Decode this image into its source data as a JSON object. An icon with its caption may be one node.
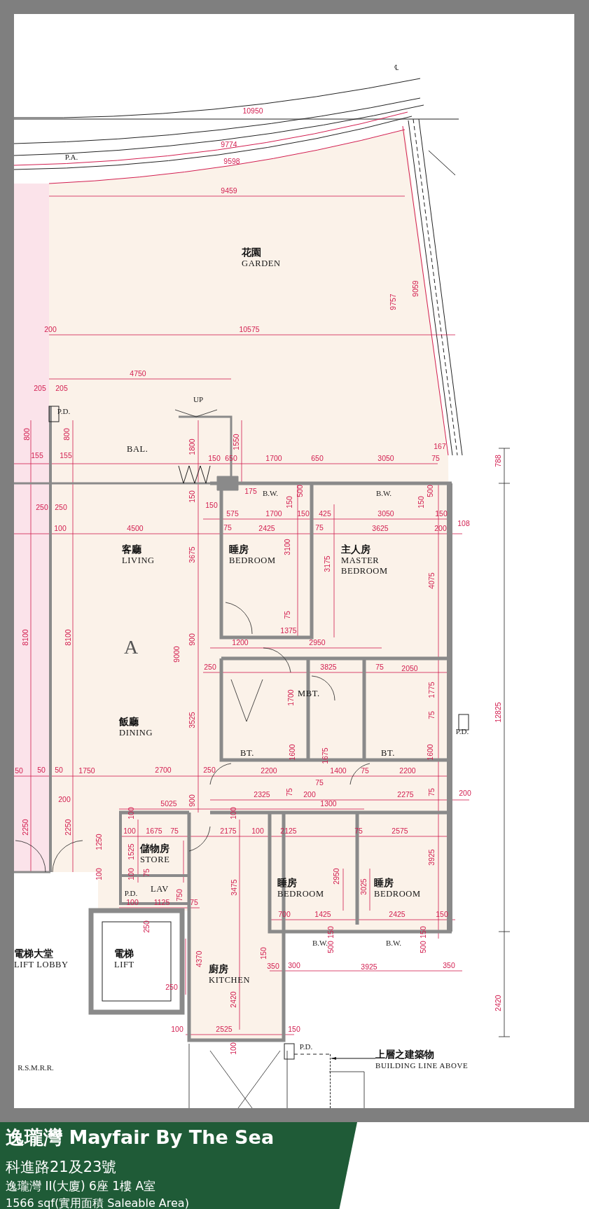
{
  "diagram": {
    "title": "逸瓏灣 Mayfair By The Sea",
    "nodes": [
      {
        "text": [
          "花園",
          "GARDEN"
        ]
      },
      {
        "text": [
          "BAL."
        ]
      },
      {
        "text": [
          "客廳",
          "LIVING"
        ]
      },
      {
        "text": [
          "睡房",
          "BEDROOM"
        ]
      },
      {
        "text": [
          "主人房",
          "MASTER BEDROOM"
        ]
      },
      {
        "text": [
          "MBT."
        ]
      },
      {
        "text": [
          "飯廳",
          "DINING"
        ]
      },
      {
        "text": [
          "BT."
        ]
      },
      {
        "text": [
          "BT."
        ]
      },
      {
        "text": [
          "儲物房",
          "STORE"
        ]
      },
      {
        "text": [
          "LAV"
        ]
      },
      {
        "text": [
          "睡房",
          "BEDROOM"
        ]
      },
      {
        "text": [
          "睡房",
          "BEDROOM"
        ]
      },
      {
        "text": [
          "電梯大堂",
          "LIFT LOBBY"
        ]
      },
      {
        "text": [
          "電梯",
          "LIFT"
        ]
      },
      {
        "text": [
          "廚房",
          "KITCHEN"
        ]
      },
      {
        "text": [
          "上層之建築物",
          "BUILDING LINE ABOVE"
        ]
      },
      {
        "text": [],
        "shape": "line"
      }
    ],
    "edges": [
      {
        "from": 16,
        "to": 17,
        "arrow": "to"
      }
    ],
    "labels": [
      "10950",
      "P.A.",
      "9774",
      "9598",
      "9459",
      "9757",
      "9059",
      "200",
      "10575",
      "4750",
      "205",
      "205",
      "UP",
      "P.D.",
      "800",
      "800",
      "1800",
      "1550",
      "167",
      "155",
      "155",
      "150",
      "650",
      "1700",
      "650",
      "3050",
      "75",
      "788",
      "175",
      "B.W.",
      "500",
      "B.W.",
      "500",
      "150",
      "250",
      "250",
      "150",
      "150",
      "150",
      "575",
      "1700",
      "150",
      "425",
      "3050",
      "150",
      "100",
      "4500",
      "75",
      "2425",
      "75",
      "3625",
      "200",
      "108",
      "3675",
      "3100",
      "3175",
      "4075",
      "75",
      "1375",
      "8100",
      "8100",
      "A",
      "1200",
      "2950",
      "900",
      "9000",
      "250",
      "3825",
      "75",
      "2050",
      "1775",
      "1700",
      "12825",
      "75",
      "3525",
      "P.D.",
      "1600",
      "1675",
      "1600",
      "50",
      "50",
      "50",
      "1750",
      "2700",
      "250",
      "2200",
      "1400",
      "75",
      "2200",
      "75",
      "200",
      "2325",
      "75",
      "200",
      "2275",
      "75",
      "200",
      "5025",
      "900",
      "1300",
      "100",
      "100",
      "2250",
      "2250",
      "100",
      "1675",
      "75",
      "2175",
      "100",
      "2125",
      "75",
      "2575",
      "1250",
      "1525",
      "3925",
      "100",
      "100",
      "75",
      "2950",
      "3475",
      "3025",
      "P.D.",
      "750",
      "100",
      "1125",
      "75",
      "700",
      "1425",
      "2425",
      "150",
      "250",
      "150",
      "B.W.",
      "500",
      "150",
      "B.W.",
      "500",
      "4370",
      "150",
      "350",
      "300",
      "3925",
      "350",
      "250",
      "2420",
      "2420",
      "100",
      "2525",
      "150",
      "100",
      "P.D.",
      "R.S.M.R.R.",
      "科進路21及23號",
      "逸瓏灣 II(大廈) 6座 1樓 A室",
      "1566 sqf(實用面積 Saleable Area)",
      "℄"
    ]
  }
}
